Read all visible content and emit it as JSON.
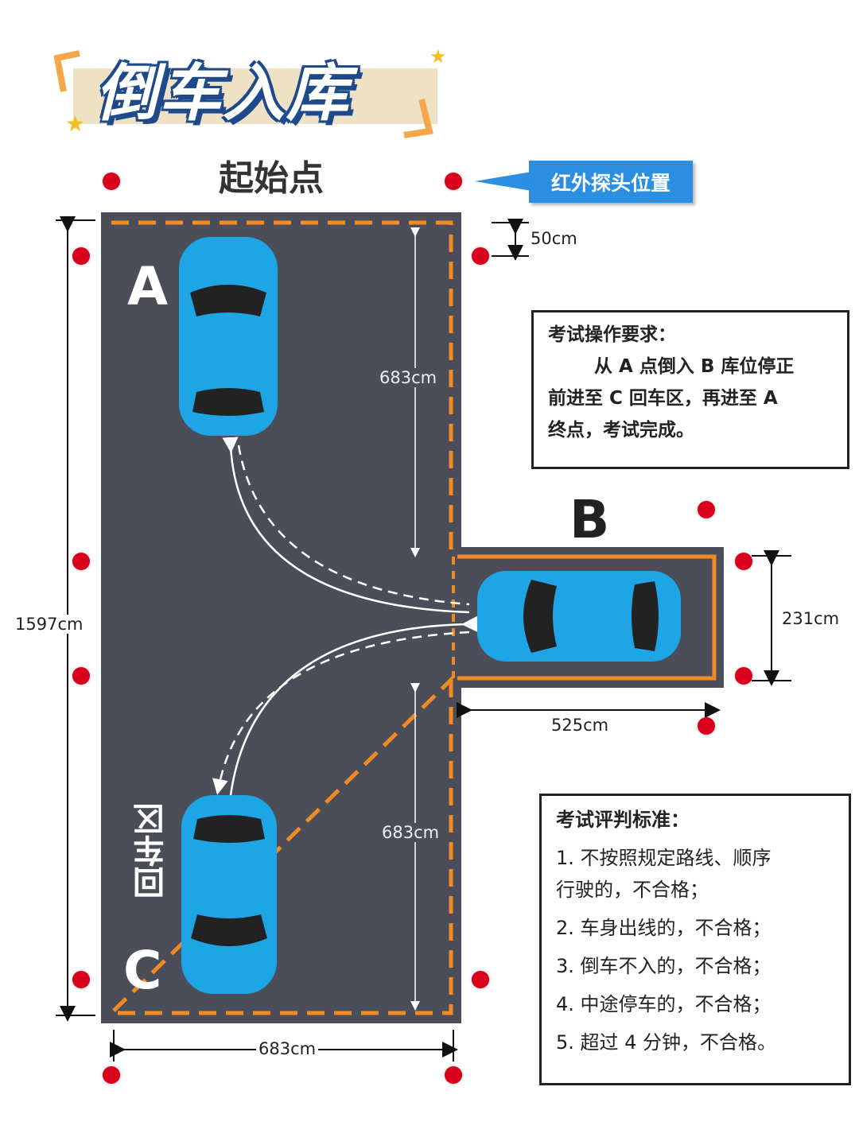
{
  "title": "倒车入库",
  "start_label": "起始点",
  "callout": "红外探头位置",
  "zones": {
    "a": "A",
    "b": "B",
    "c": "C",
    "return_zone": "回车区"
  },
  "dimensions": {
    "total_length": "1597cm",
    "probe_offset": "50cm",
    "upper_length": "683cm",
    "lower_length": "683cm",
    "garage_width": "231cm",
    "garage_depth": "525cm",
    "road_width": "683cm"
  },
  "requirements": {
    "heading": "考试操作要求：",
    "lines": [
      "从 A 点倒入 B 库位停正",
      "前进至 C 回车区，再进至 A",
      "终点，考试完成。"
    ]
  },
  "criteria": {
    "heading": "考试评判标准：",
    "items": [
      "1. 不按照规定路线、顺序",
      "行驶的，不合格；",
      "2. 车身出线的，不合格；",
      "3. 倒车不入的，不合格；",
      "4. 中途停车的，不合格；",
      "5. 超过 4 分钟，不合格。"
    ]
  },
  "colors": {
    "asphalt": "#4b4e58",
    "line": "#f08a24",
    "car": "#1ea5e6",
    "probe": "#d9001b",
    "callout": "#2b8ee0"
  }
}
